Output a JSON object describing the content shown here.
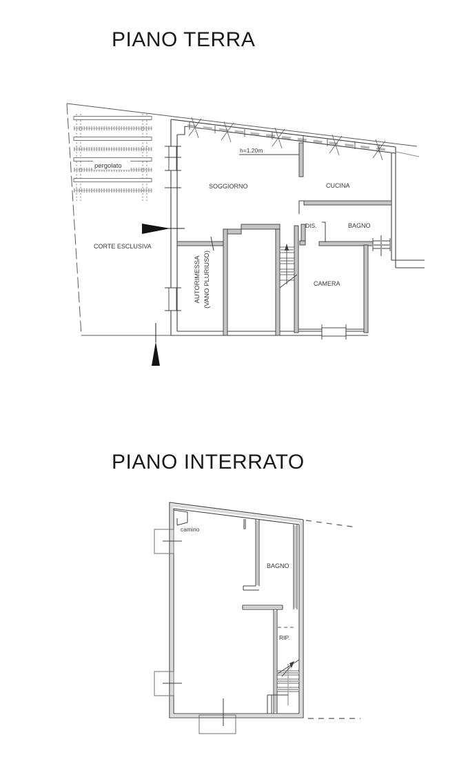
{
  "document": {
    "background": "#ffffff",
    "ink_color": "#3c3c3c",
    "gray_color": "#9e9e9e"
  },
  "piano_terra": {
    "title": "PIANO TERRA",
    "labels": {
      "pergolato": "pergolato",
      "corte": "CORTE ESCLUSIVA",
      "soggiorno": "SOGGIORNO",
      "cucina": "CUCINA",
      "dis": "DIS.",
      "bagno": "BAGNO",
      "camera": "CAMERA",
      "autorimessa_line1": "AUTORIMESSA",
      "autorimessa_line2": "(VANO PLURIUSO)",
      "height_note": "h=1.20m"
    }
  },
  "piano_interrato": {
    "title": "PIANO INTERRATO",
    "labels": {
      "camino": "camino",
      "bagno": "BAGNO",
      "rip": "RIP."
    }
  }
}
